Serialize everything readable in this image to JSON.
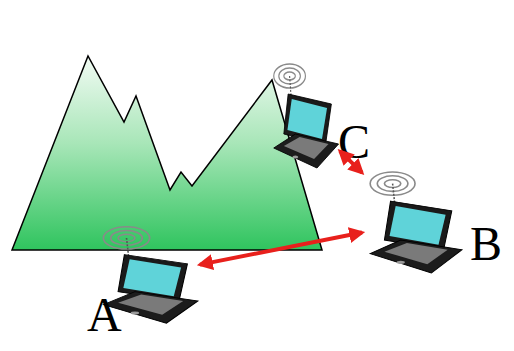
{
  "diagram": {
    "nodes": [
      {
        "text": [
          "C"
        ]
      },
      {
        "text": [
          "B"
        ]
      },
      {
        "text": [
          "A"
        ]
      }
    ],
    "edges": [
      {
        "from": 0,
        "to": 1,
        "arrow": "both"
      },
      {
        "from": 1,
        "to": 2,
        "arrow": "both"
      }
    ]
  }
}
